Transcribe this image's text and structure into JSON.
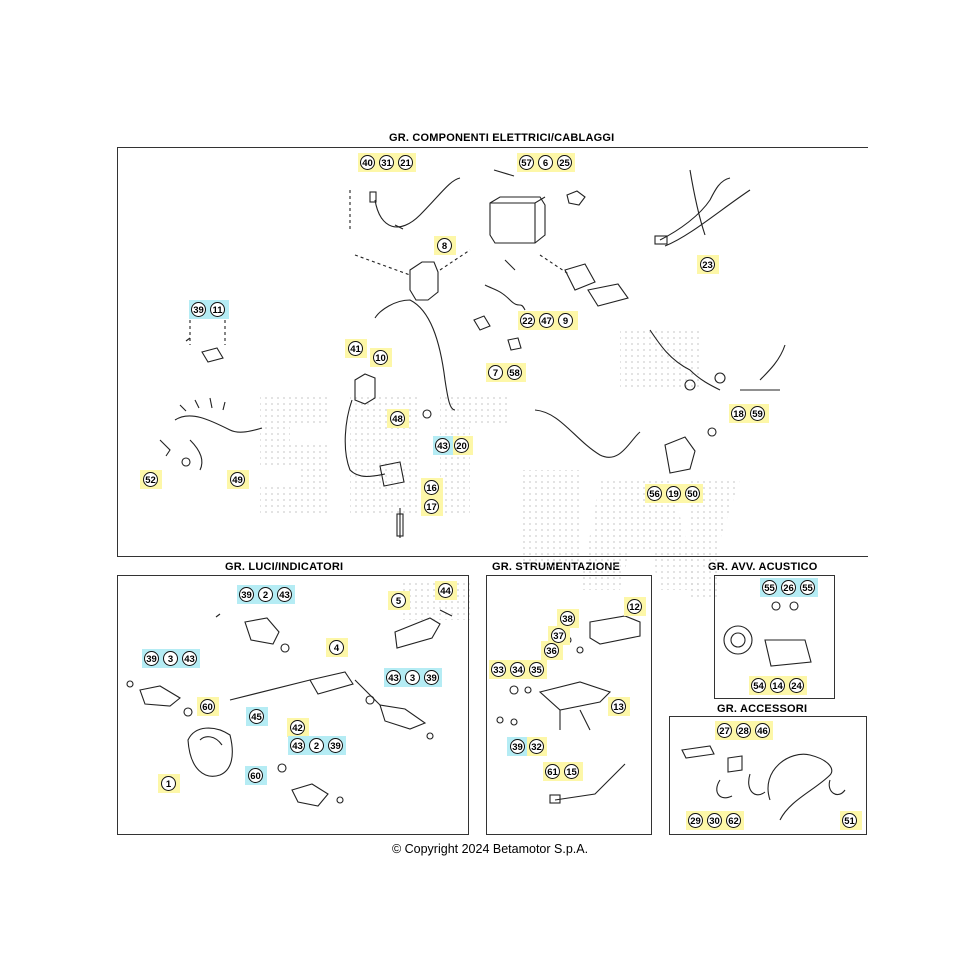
{
  "sections": {
    "electrical": "GR. COMPONENTI ELETTRICI/CABLAGGI",
    "lights": "GR. LUCI/INDICATORI",
    "instruments": "GR. STRUMENTAZIONE",
    "horn": "GR. AVV. ACUSTICO",
    "accessories": "GR. ACCESSORI"
  },
  "copyright": "© Copyright 2024 Betamotor S.p.A.",
  "colors": {
    "yellow_highlight": "#fdf7a8",
    "cyan_highlight": "#b5ecf4",
    "line": "#222222"
  },
  "callouts": {
    "e1": [
      "40",
      "31",
      "21"
    ],
    "e2": [
      "57",
      "6",
      "25"
    ],
    "e3": [
      "8"
    ],
    "e4": [
      "23"
    ],
    "e5": [
      "39",
      "11"
    ],
    "e6": [
      "22",
      "47",
      "9"
    ],
    "e7": [
      "41"
    ],
    "e8": [
      "7",
      "58"
    ],
    "e9": [
      "10"
    ],
    "e10": [
      "48"
    ],
    "e11": [
      "43",
      "20"
    ],
    "e12": [
      "18",
      "59"
    ],
    "e13": [
      "52"
    ],
    "e14": [
      "49"
    ],
    "e15": [
      "16"
    ],
    "e16": [
      "17"
    ],
    "e17": [
      "56",
      "19",
      "50"
    ],
    "l1": [
      "39",
      "2",
      "43"
    ],
    "l2": [
      "5"
    ],
    "l3": [
      "44"
    ],
    "l4": [
      "4"
    ],
    "l5": [
      "39",
      "3",
      "43"
    ],
    "l6": [
      "43",
      "3",
      "39"
    ],
    "l7": [
      "60"
    ],
    "l8": [
      "45"
    ],
    "l9": [
      "42"
    ],
    "l10": [
      "43",
      "2",
      "39"
    ],
    "l11": [
      "60"
    ],
    "l12": [
      "1"
    ],
    "s1": [
      "38"
    ],
    "s2": [
      "12"
    ],
    "s3": [
      "37"
    ],
    "s4": [
      "36"
    ],
    "s5": [
      "33",
      "34",
      "35"
    ],
    "s6": [
      "13"
    ],
    "s7": [
      "39",
      "32"
    ],
    "s8": [
      "61",
      "15"
    ],
    "h1": [
      "55",
      "26",
      "55"
    ],
    "h2": [
      "54",
      "14",
      "24"
    ],
    "a1": [
      "27",
      "28",
      "46"
    ],
    "a2": [
      "29",
      "30",
      "62"
    ],
    "a3": [
      "51"
    ]
  }
}
